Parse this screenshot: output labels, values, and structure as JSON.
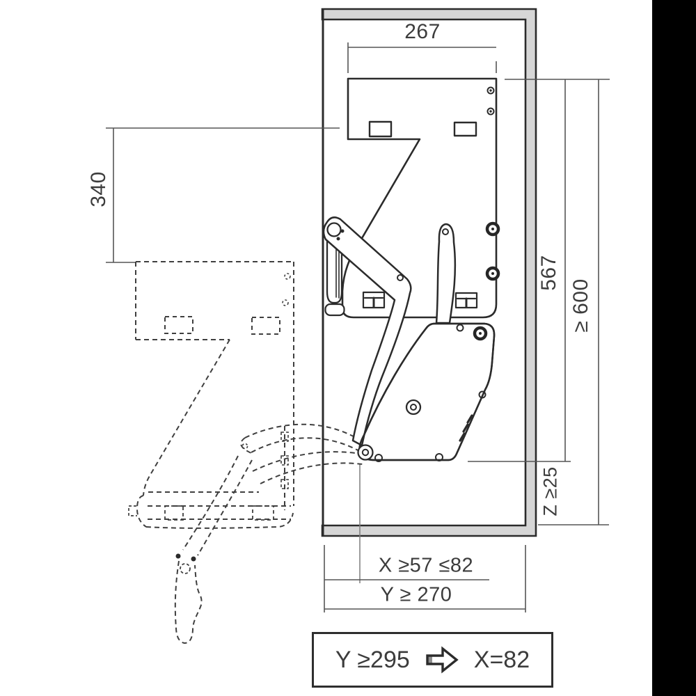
{
  "colors": {
    "line": "#2b2b2b",
    "dim_line": "#555555",
    "wall_fill": "#d6d6d6",
    "background": "#ffffff",
    "side_band": "#000000"
  },
  "labels": {
    "top_width": "267",
    "travel": "340",
    "mech_height": "567",
    "min_interior_height": "≥ 600",
    "z_clearance": "Z ≥25",
    "x_range": "X ≥57 ≤82",
    "y_depth": "Y ≥ 270"
  },
  "note": {
    "condition": "Y ≥295",
    "arrow_icon": "block-arrow-right",
    "result": "X=82"
  }
}
